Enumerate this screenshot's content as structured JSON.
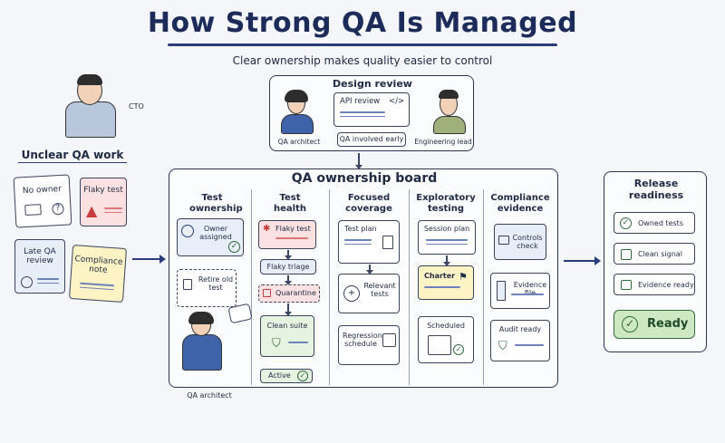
{
  "header": {
    "title": "How Strong QA Is Managed",
    "subtitle": "Clear ownership makes quality easier to control"
  },
  "left": {
    "cto_label": "CTO",
    "unclear_title": "Unclear QA work",
    "notes": {
      "no_owner": "No owner",
      "flaky_test": "Flaky test",
      "late_qa": "Late QA review",
      "compliance_note": "Compliance note"
    }
  },
  "design_review": {
    "title": "Design review",
    "api_review": "API review",
    "code_glyph": "</>",
    "qa_involved": "QA involved early",
    "qa_architect": "QA architect",
    "engineering_lead": "Engineering lead"
  },
  "board": {
    "title": "QA ownership board",
    "columns": {
      "test_ownership": {
        "head": "Test ownership",
        "owner_assigned": "Owner assigned",
        "retire": "Retire old test"
      },
      "test_health": {
        "head": "Test health",
        "flaky_test": "Flaky test",
        "flaky_triage": "Flaky triage",
        "quarantine": "Quarantine",
        "clean_suite": "Clean suite",
        "active": "Active"
      },
      "focused_coverage": {
        "head": "Focused coverage",
        "test_plan": "Test plan",
        "relevant_tests": "Relevant tests",
        "regression_schedule": "Regression schedule"
      },
      "exploratory": {
        "head": "Exploratory testing",
        "session_plan": "Session plan",
        "charter": "Charter",
        "scheduled": "Scheduled"
      },
      "compliance": {
        "head": "Compliance evidence",
        "controls_check": "Controls check",
        "evidence_file": "Evidence file",
        "audit_ready": "Audit ready"
      }
    },
    "qa_architect": "QA architect"
  },
  "release": {
    "title": "Release readiness",
    "items": [
      "Owned tests",
      "Clean signal",
      "Evidence ready"
    ],
    "ready": "Ready"
  },
  "colors": {
    "ink": "#1f2a44",
    "accent_blue": "#2a3d7a",
    "note_yellow": "#fdf3c4",
    "note_red": "#fbe1e1",
    "note_green": "#e6f3e1",
    "ready_green": "#cfe8c4"
  },
  "icons": [
    "check-icon",
    "warning-icon",
    "bug-icon",
    "lock-icon",
    "shield-icon",
    "trash-icon",
    "clock-icon",
    "target-icon",
    "calendar-icon",
    "folder-icon",
    "flag-icon",
    "document-icon",
    "bars-icon",
    "person-icon"
  ]
}
